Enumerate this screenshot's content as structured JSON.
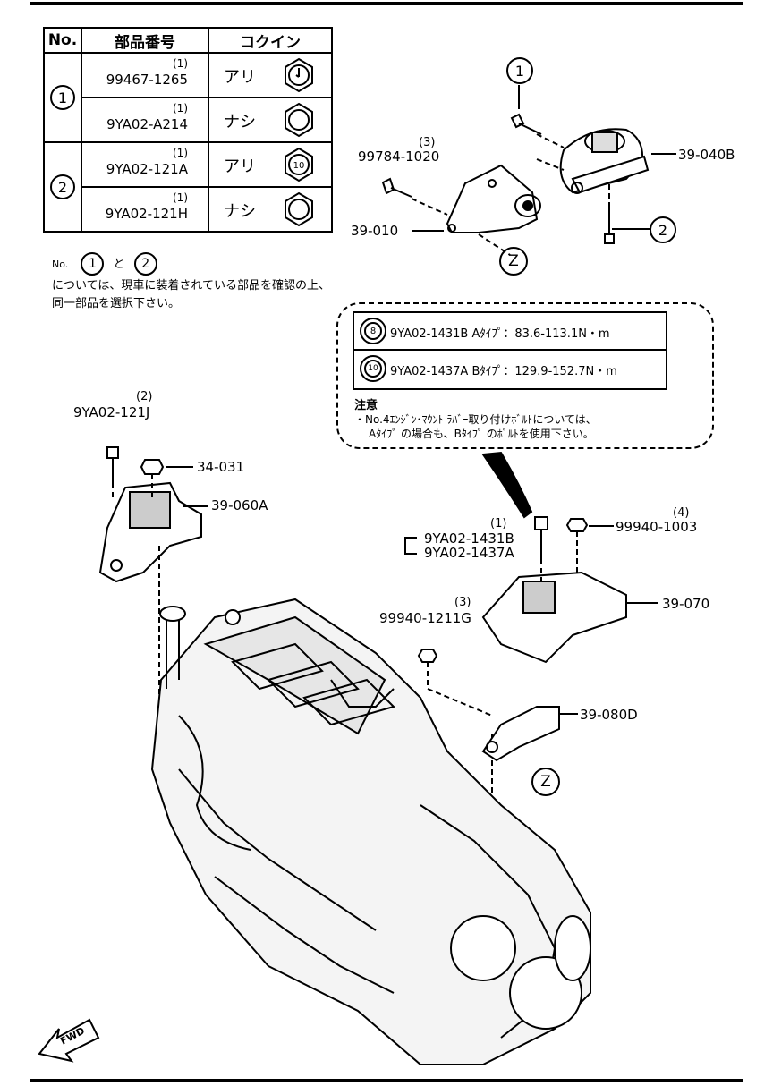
{
  "table": {
    "headers": [
      "No.",
      "部品番号",
      "コクイン"
    ],
    "groups": [
      {
        "no": "1",
        "rows": [
          {
            "qty": "(1)",
            "part": "99467-1265",
            "kokuin": "アリ",
            "mark": "lock"
          },
          {
            "qty": "(1)",
            "part": "9YA02-A214",
            "kokuin": "ナシ",
            "mark": "plain"
          }
        ]
      },
      {
        "no": "2",
        "rows": [
          {
            "qty": "(1)",
            "part": "9YA02-121A",
            "kokuin": "アリ",
            "mark": "10"
          },
          {
            "qty": "(1)",
            "part": "9YA02-121H",
            "kokuin": "ナシ",
            "mark": "plain"
          }
        ]
      }
    ]
  },
  "note_top": {
    "prefix": "No.",
    "c1": "1",
    "and": "と",
    "c2": "2",
    "line1": "については、現車に装着されている部品を確認の上、",
    "line2": "同一部品を選択下さい。"
  },
  "callout": {
    "rows": [
      {
        "mark": "8",
        "text": "9YA02-1431B  Aﾀｲﾌﾟ：83.6-113.1N・m"
      },
      {
        "mark": "10",
        "text": "9YA02-1437A  Bﾀｲﾌﾟ：129.9-152.7N・m"
      }
    ],
    "note_title": "注意",
    "note_line1": "・No.4ｴﾝｼﾞﾝ･ﾏｳﾝﾄ ﾗﾊﾞｰ取り付けﾎﾞﾙﾄについては、",
    "note_line2": "Aﾀｲﾌﾟ の場合も、Bﾀｲﾌﾟ のﾎﾞﾙﾄを使用下さい。"
  },
  "labels": {
    "c1_top": "1",
    "c2_right": "2",
    "z_top": "Z",
    "z_lower": "Z",
    "p39040b": "39-040B",
    "p99784_qty": "(3)",
    "p99784": "99784-1020",
    "p39010": "39-010",
    "p121j_qty": "(2)",
    "p121j": "9YA02-121J",
    "p34031": "34-031",
    "p39060a": "39-060A",
    "p1431b_qty": "(1)",
    "p1431b": "9YA02-1431B",
    "p1437a": "9YA02-1437A",
    "p99940_1003_qty": "(4)",
    "p99940_1003": "99940-1003",
    "p39070": "39-070",
    "p1211g_qty": "(3)",
    "p1211g": "99940-1211G",
    "p39080d": "39-080D",
    "fwd": "FWD"
  }
}
